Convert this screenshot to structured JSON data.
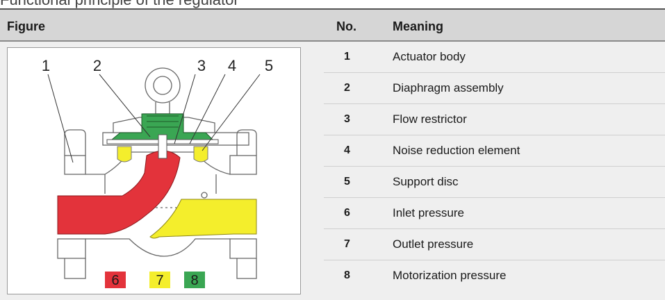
{
  "caption": "Functional principle of the regulator",
  "table": {
    "headers": {
      "figure": "Figure",
      "no": "No.",
      "meaning": "Meaning"
    },
    "rows": [
      {
        "no": "1",
        "meaning": "Actuator body"
      },
      {
        "no": "2",
        "meaning": "Diaphragm assembly"
      },
      {
        "no": "3",
        "meaning": "Flow restrictor"
      },
      {
        "no": "4",
        "meaning": "Noise reduction element"
      },
      {
        "no": "5",
        "meaning": "Support disc"
      },
      {
        "no": "6",
        "meaning": "Inlet pressure"
      },
      {
        "no": "7",
        "meaning": "Outlet pressure"
      },
      {
        "no": "8",
        "meaning": "Motorization pressure"
      }
    ]
  },
  "figure": {
    "callouts": [
      "1",
      "2",
      "3",
      "4",
      "5"
    ],
    "legend": [
      {
        "label": "6",
        "color": "#e3333b"
      },
      {
        "label": "7",
        "color": "#f4ee2c"
      },
      {
        "label": "8",
        "color": "#3aa653"
      }
    ]
  }
}
